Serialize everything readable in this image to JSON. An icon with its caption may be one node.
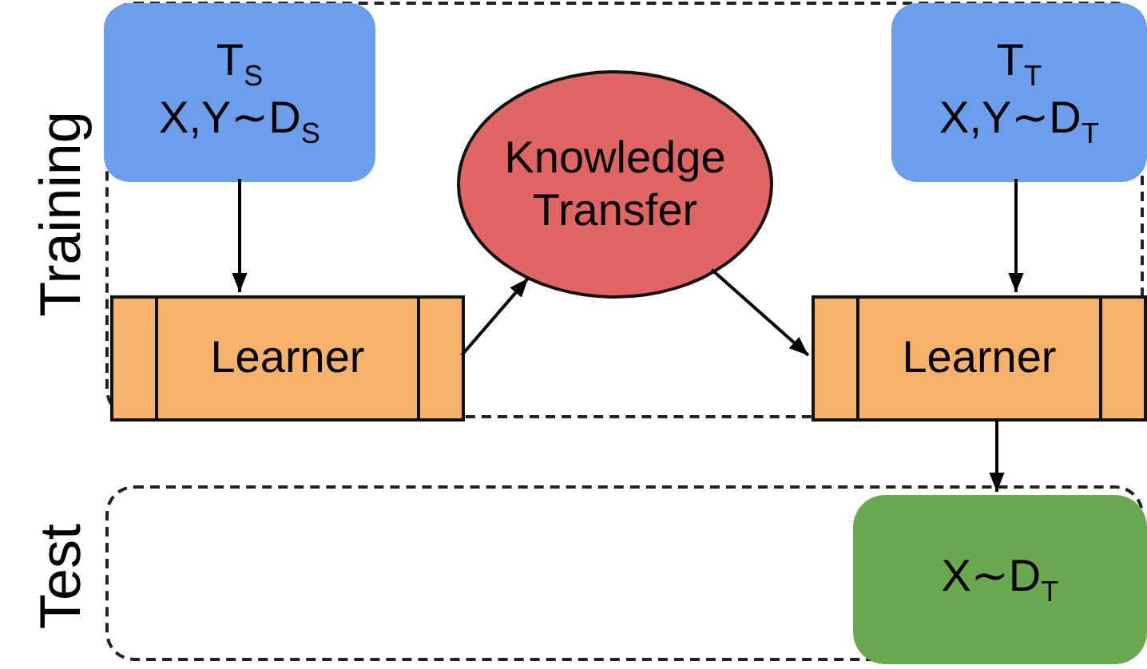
{
  "diagram": {
    "nodes": [
      {
        "text": [
          "Training"
        ]
      },
      {
        "text": [
          "T$_{S}$",
          "X,Y∼D$_{S}$"
        ],
        "in": 0
      },
      {
        "text": [
          "Learner"
        ],
        "in": 0
      },
      {
        "text": [
          "Knowledge Transfer"
        ],
        "in": 0
      },
      {
        "text": [
          "T$_{T}$",
          "X,Y∼D$_{T}$"
        ],
        "in": 0
      },
      {
        "text": [
          "Learner"
        ],
        "in": 0
      },
      {
        "text": [
          "Test"
        ]
      },
      {
        "text": [
          "X∼D$_{T}$"
        ],
        "in": 6
      }
    ],
    "edges": [
      {
        "from": 1,
        "to": 2,
        "arrow": "to"
      },
      {
        "from": 2,
        "to": 3,
        "arrow": "to"
      },
      {
        "from": 3,
        "to": 5,
        "arrow": "to"
      },
      {
        "from": 4,
        "to": 5,
        "arrow": "to"
      },
      {
        "from": 5,
        "to": 7,
        "arrow": "to"
      }
    ]
  }
}
